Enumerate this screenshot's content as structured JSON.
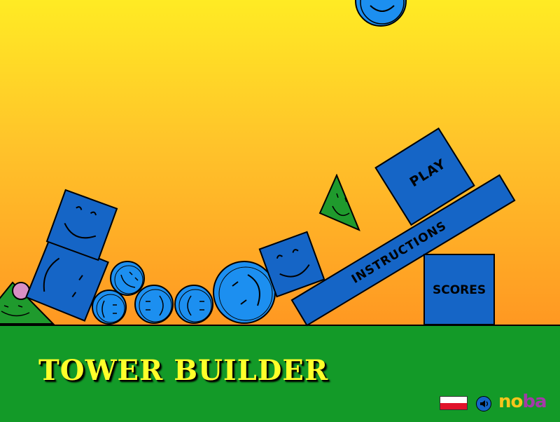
{
  "game": {
    "title": "TOWER BUILDER"
  },
  "menu": {
    "play": "PLAY",
    "instructions": "INSTRUCTIONS",
    "scores": "SCORES"
  },
  "footer": {
    "language_flag": "polish-flag-icon",
    "sound_icon": "speaker-icon",
    "logo_part1": "no",
    "logo_part2": "ba"
  },
  "colors": {
    "sky_top": "#ffeb24",
    "sky_bottom": "#ff9822",
    "ground": "#139a28",
    "block_blue": "#1565c6",
    "ball_blue": "#1c8ff0",
    "triangle_green": "#1f9a2d",
    "title_yellow": "#ffff2a"
  }
}
